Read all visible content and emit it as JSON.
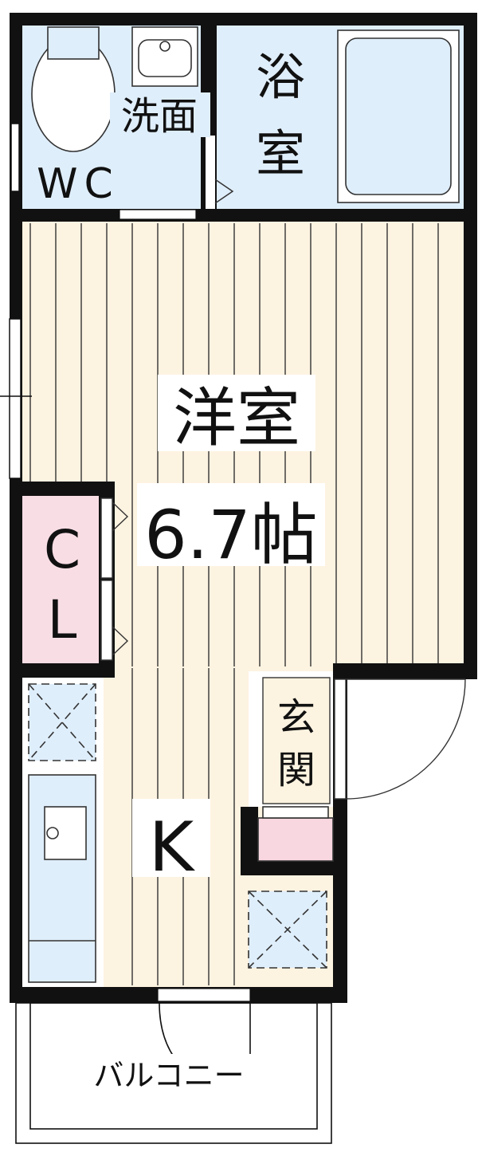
{
  "floor_plan": {
    "rooms": {
      "wc": {
        "label": "WC"
      },
      "washroom": {
        "label": "洗面"
      },
      "bath": {
        "label_line1": "浴",
        "label_line2": "室"
      },
      "western_room": {
        "label": "洋室",
        "size_label": "6.7帖"
      },
      "closet": {
        "label_line1": "C",
        "label_line2": "L"
      },
      "entrance": {
        "label_line1": "玄",
        "label_line2": "関"
      },
      "kitchen": {
        "label": "K"
      },
      "balcony": {
        "label": "バルコニー"
      }
    }
  },
  "colors": {
    "wall": "#111111",
    "wet_area": "#dfeefb",
    "flooring": "#fdf3e1",
    "floor_line": "#333333",
    "closet": "#f9dde5",
    "shoe_box": "#f9d7e0",
    "fixture_outline": "#333333",
    "label_bg": "#ffffff"
  }
}
